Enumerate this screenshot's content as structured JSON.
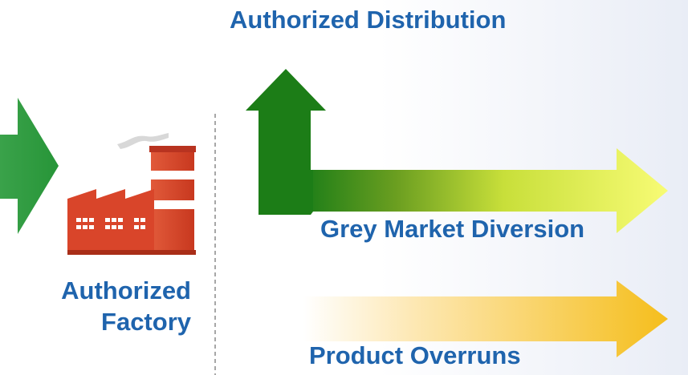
{
  "labels": {
    "authorized_distribution": "Authorized Distribution",
    "grey_market_diversion": "Grey Market Diversion",
    "product_overruns": "Product Overruns",
    "factory_line1": "Authorized",
    "factory_line2": "Factory"
  },
  "icons": {
    "input_arrow": "arrow-right-icon",
    "factory": "factory-icon"
  },
  "colors": {
    "label_text": "#1f64ad",
    "distribution_arrow": "#1c7d17",
    "grey_market_arrow_end": "#f4f86a",
    "overruns_arrow_end": "#f6c31e",
    "factory_brick": "#d9452a"
  }
}
